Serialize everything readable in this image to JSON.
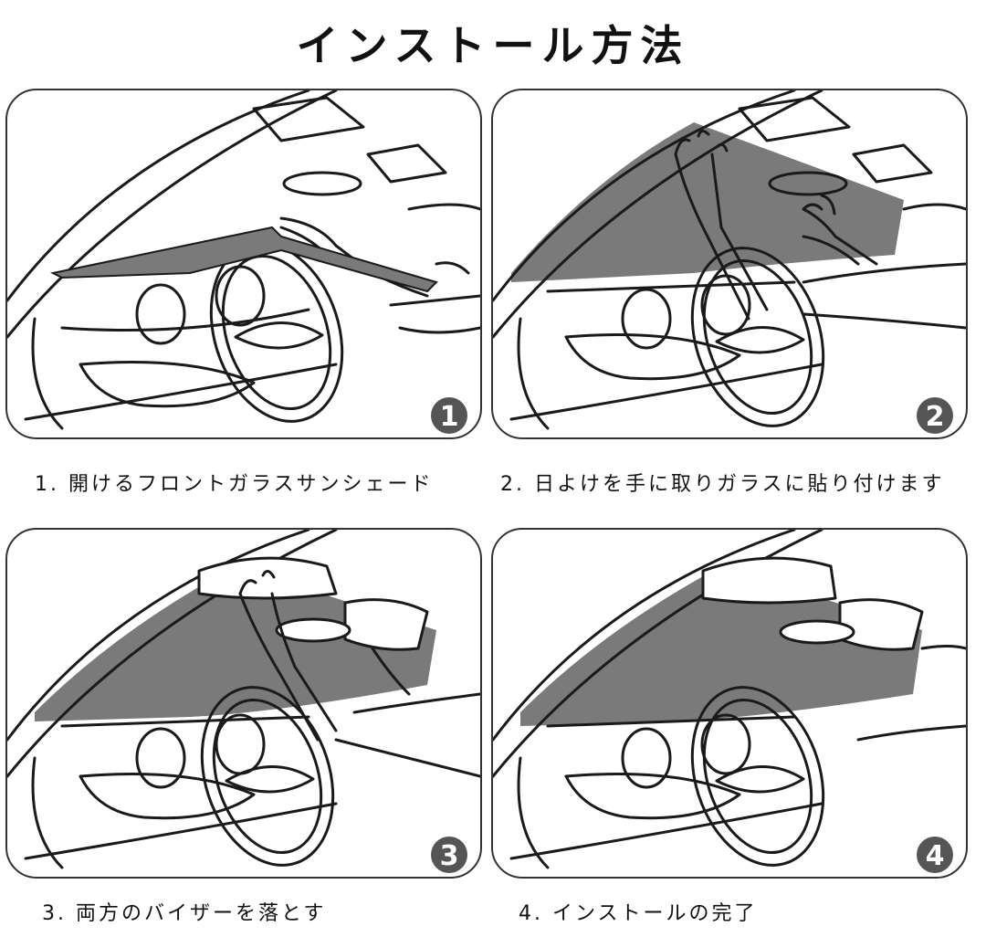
{
  "title": "インストール方法",
  "steps": [
    {
      "number": "1",
      "caption": "1. 開けるフロントガラスサンシェード"
    },
    {
      "number": "2",
      "caption": "2. 日よけを手に取りガラスに貼り付けます"
    },
    {
      "number": "3",
      "caption": "3. 両方のバイザーを落とす"
    },
    {
      "number": "4",
      "caption": "4. インストールの完了"
    }
  ],
  "colors": {
    "shade": "#7a7a7a",
    "line": "#1a1a1a",
    "badge": "#555555"
  }
}
